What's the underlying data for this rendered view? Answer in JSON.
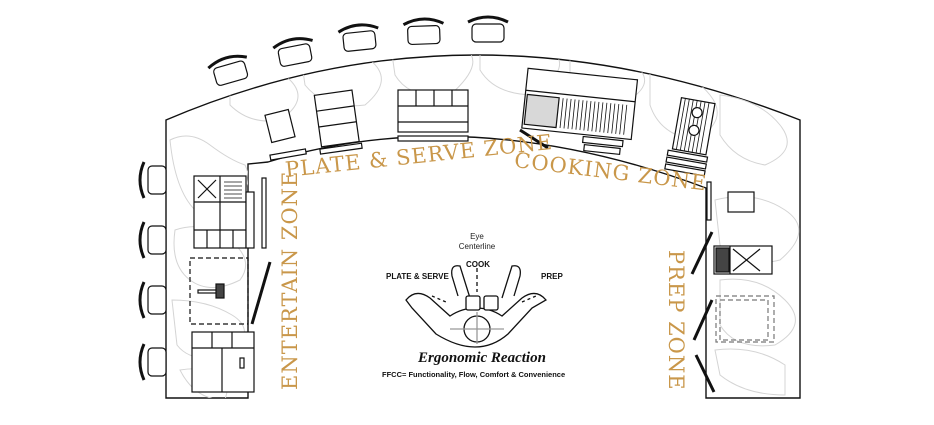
{
  "diagram": {
    "zones": {
      "plate_serve": "PLATE & SERVE ZONE",
      "cooking": "COOKING ZONE",
      "entertain": "ENTERTAIN ZONE",
      "prep": "PREP ZONE"
    },
    "ergonomics": {
      "eye_line1": "Eye",
      "eye_line2": "Centerline",
      "cook": "COOK",
      "plate_serve": "PLATE & SERVE",
      "prep": "PREP",
      "title": "Ergonomic Reaction",
      "subtitle": "FFCC= Functionality, Flow, Comfort & Convenience"
    },
    "colors": {
      "zone_label": "#c9974a",
      "outline": "#111111",
      "stone": "#d4d4d4"
    }
  }
}
